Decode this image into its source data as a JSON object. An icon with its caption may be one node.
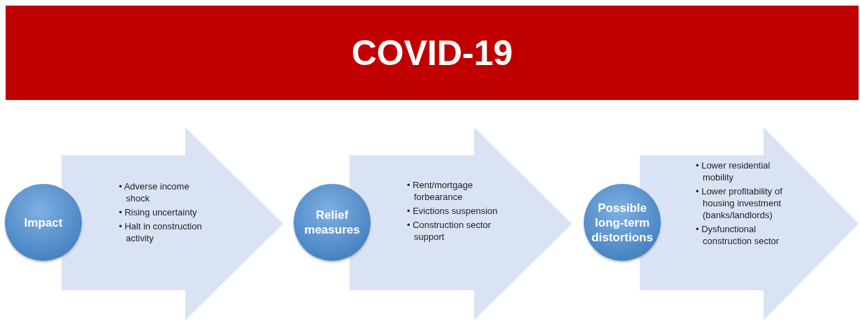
{
  "diagram": {
    "title": "COVID-19",
    "nodes": [
      {
        "text": [
          "Impact"
        ]
      },
      {
        "text": [
          "• Adverse income shock",
          "• Rising uncertainty",
          "• Halt in construction activity"
        ]
      },
      {
        "text": [
          "Relief measures"
        ]
      },
      {
        "text": [
          "• Rent/mortgage forbearance",
          "• Evictions suspension",
          "• Construction sector support"
        ]
      },
      {
        "text": [
          "Possible long-term distortions"
        ]
      },
      {
        "text": [
          "• Lower residential mobility",
          "• Lower profitability of housing investment (banks/landlords)",
          "• Dysfunctional construction sector"
        ]
      }
    ],
    "edges": []
  }
}
